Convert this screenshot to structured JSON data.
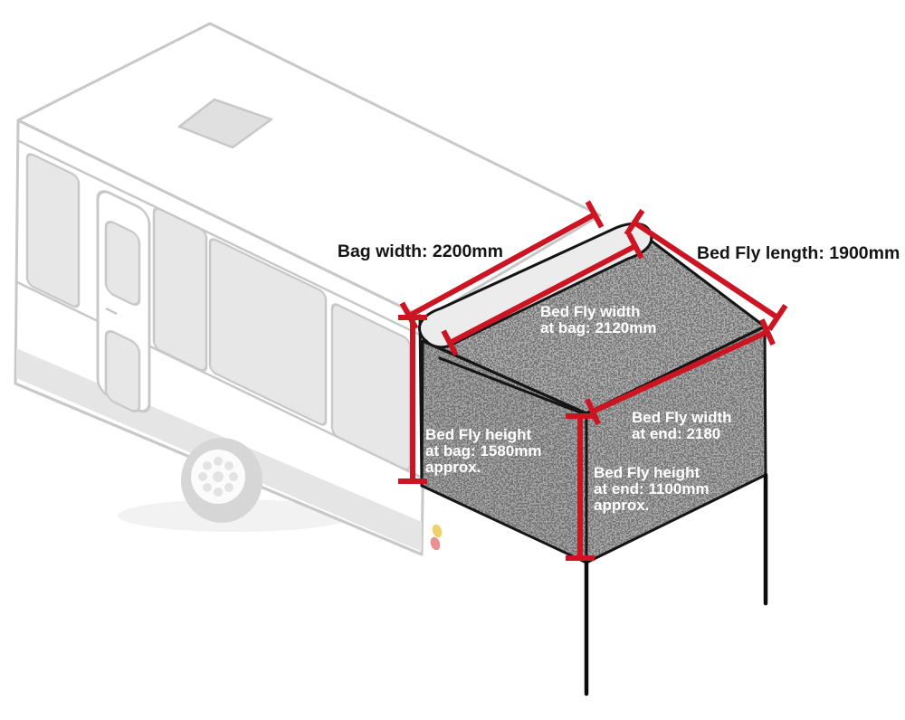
{
  "diagram": {
    "labels": {
      "bag_width": "Bag width: 2200mm",
      "bed_fly_length": "Bed Fly length: 1900mm",
      "bed_fly_width_at_bag": [
        "Bed Fly width",
        "at bag: 2120mm"
      ],
      "bed_fly_width_at_end": [
        "Bed Fly width",
        "at end: 2180"
      ],
      "bed_fly_height_at_bag": [
        "Bed Fly height",
        "at bag: 1580mm",
        "approx."
      ],
      "bed_fly_height_at_end": [
        "Bed Fly height",
        "at end: 1100mm",
        "approx."
      ]
    },
    "measurements": [
      {
        "name": "Bag width",
        "value": "2200mm"
      },
      {
        "name": "Bed Fly length",
        "value": "1900mm"
      },
      {
        "name": "Bed Fly width at bag",
        "value": "2120mm"
      },
      {
        "name": "Bed Fly width at end",
        "value": "2180"
      },
      {
        "name": "Bed Fly height at bag",
        "value": "1580mm approx."
      },
      {
        "name": "Bed Fly height at end",
        "value": "1100mm approx."
      }
    ],
    "colors": {
      "dimension_line": "#cc1423",
      "fly_fabric": "#a8a8a8",
      "fly_outline": "#151515",
      "caravan_outline": "#c8c8c8",
      "bag_fill": "#ececec",
      "tail_light_amber": "#f2d06b",
      "tail_light_red": "#ea9090"
    }
  }
}
